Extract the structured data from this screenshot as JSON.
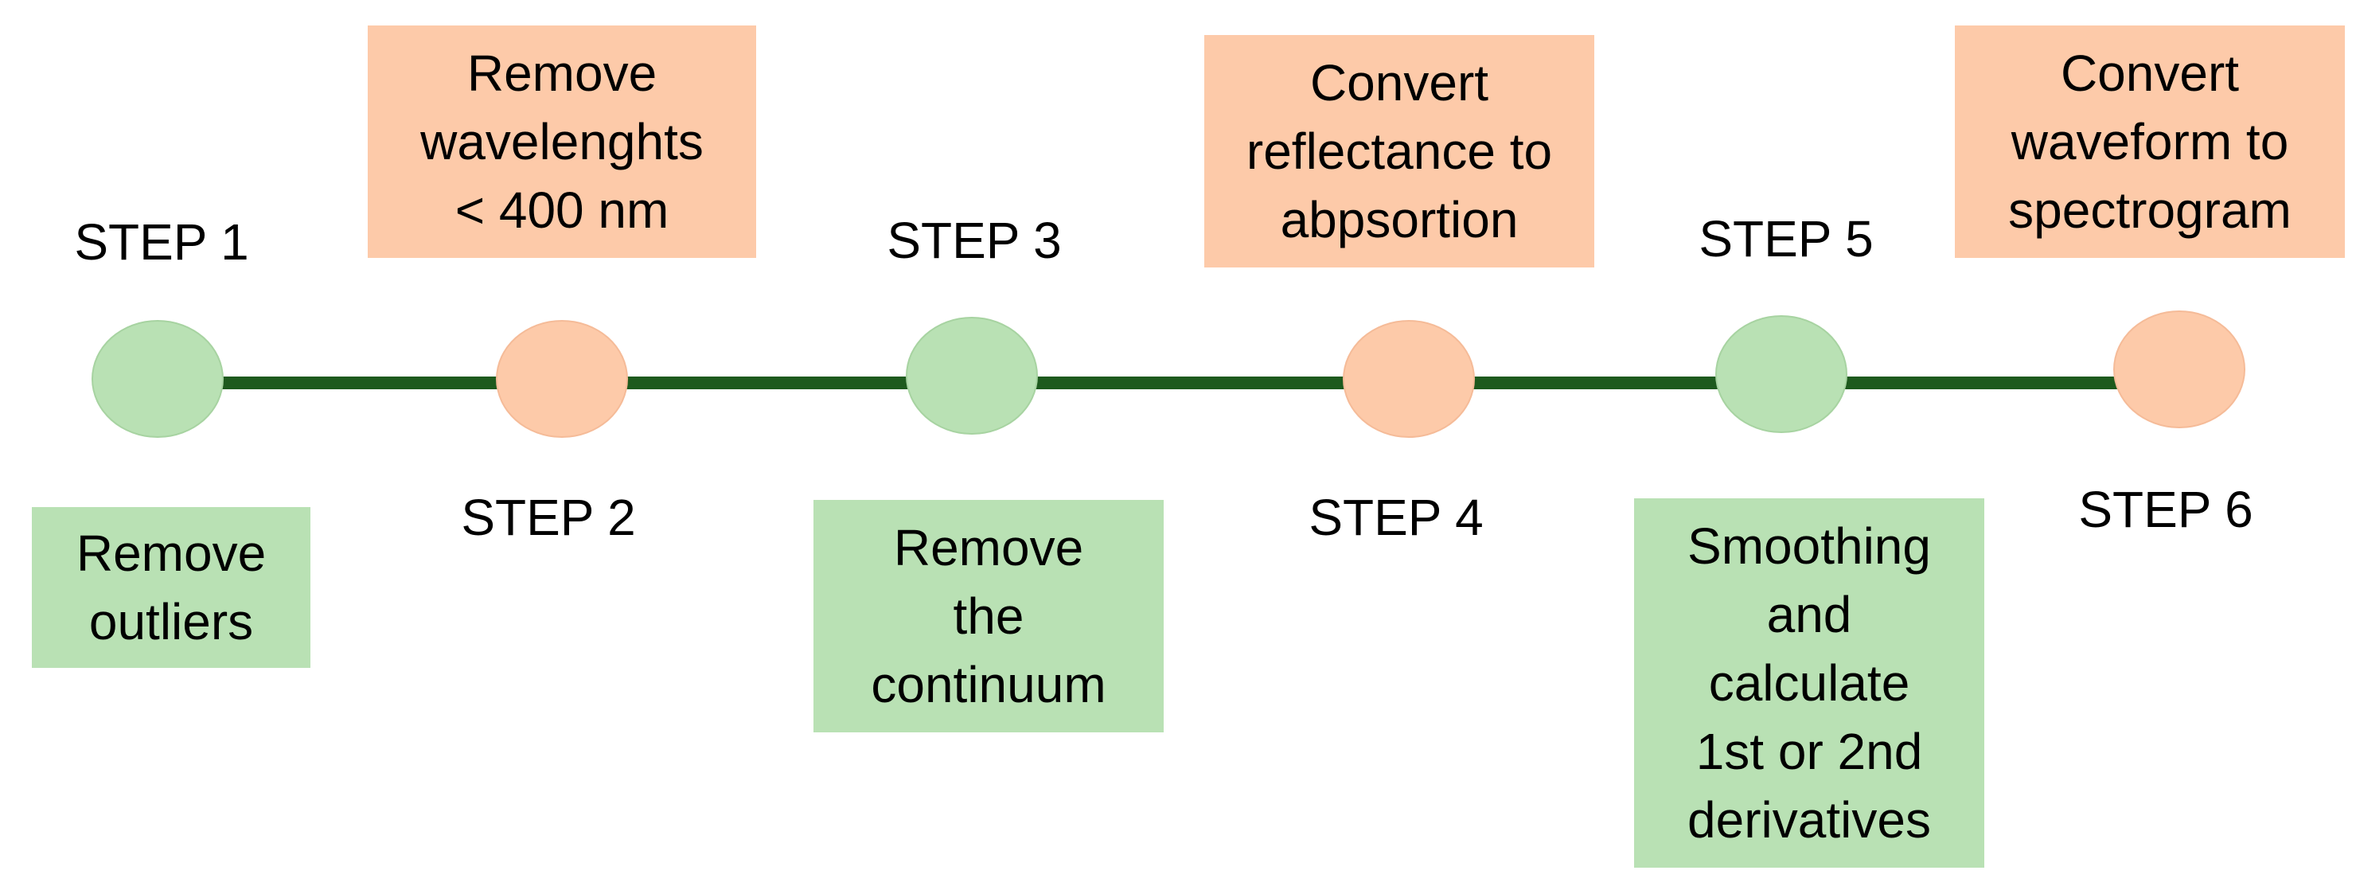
{
  "diagram": {
    "colors": {
      "line": "#1e5a1e",
      "green": "#b9e1b4",
      "orange": "#fdcaa9"
    },
    "steps": [
      {
        "label": "STEP 1",
        "description": "Remove\noutliers",
        "color": "green"
      },
      {
        "label": "STEP 2",
        "description": "Remove\nwavelenghts\n< 400 nm",
        "color": "orange"
      },
      {
        "label": "STEP 3",
        "description": "Remove\nthe\ncontinuum",
        "color": "green"
      },
      {
        "label": "STEP 4",
        "description": "Convert\nreflectance to\nabpsortion",
        "color": "orange"
      },
      {
        "label": "STEP 5",
        "description": "Smoothing\nand\ncalculate\n1st or 2nd\nderivatives",
        "color": "green"
      },
      {
        "label": "STEP 6",
        "description": "Convert\nwaveform to\nspectrogram",
        "color": "orange"
      }
    ]
  }
}
